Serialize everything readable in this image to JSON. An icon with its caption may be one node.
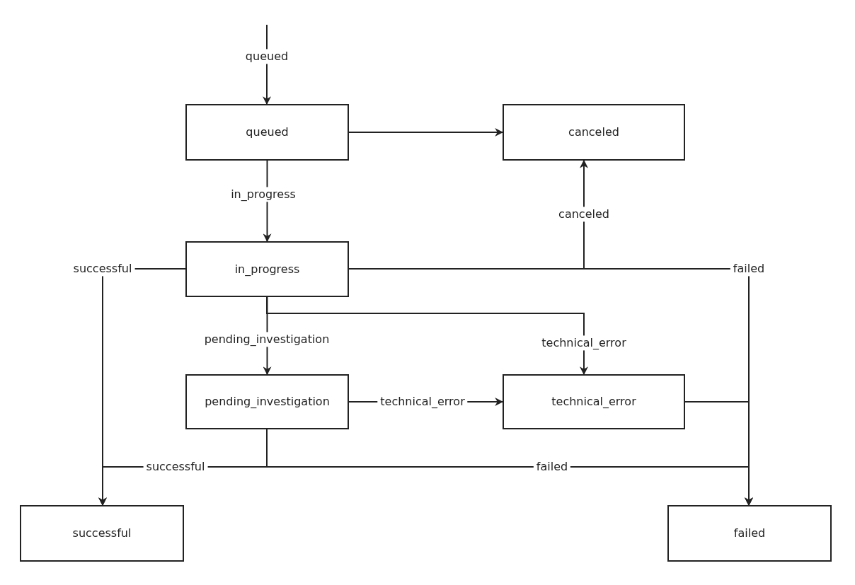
{
  "diagram": {
    "nodes": [
      {
        "text": [
          "queued"
        ]
      },
      {
        "text": [
          "canceled"
        ]
      },
      {
        "text": [
          "in_progress"
        ]
      },
      {
        "text": [
          "pending_investigation"
        ]
      },
      {
        "text": [
          "technical_error"
        ]
      },
      {
        "text": [
          "successful"
        ]
      },
      {
        "text": [
          "failed"
        ]
      }
    ],
    "edges": [
      {
        "from": null,
        "to": 0,
        "arrow": "to",
        "label": "queued"
      },
      {
        "from": 0,
        "to": 1,
        "arrow": "to"
      },
      {
        "from": 0,
        "to": 2,
        "arrow": "to",
        "label": "in_progress"
      },
      {
        "from": 2,
        "to": 1,
        "arrow": "to",
        "label": "canceled"
      },
      {
        "from": 2,
        "to": 6,
        "arrow": "to",
        "label": "failed"
      },
      {
        "from": 2,
        "to": 5,
        "arrow": "to",
        "label": "successful"
      },
      {
        "from": 2,
        "to": 3,
        "arrow": "to",
        "label": "pending_investigation"
      },
      {
        "from": 2,
        "to": 4,
        "arrow": "to",
        "label": "technical_error"
      },
      {
        "from": 3,
        "to": 4,
        "arrow": "to",
        "label": "technical_error"
      },
      {
        "from": 3,
        "to": 5,
        "arrow": "to",
        "label": "successful"
      },
      {
        "from": 3,
        "to": 6,
        "arrow": "to",
        "label": "failed"
      },
      {
        "from": 4,
        "to": 6,
        "arrow": "to"
      }
    ]
  }
}
